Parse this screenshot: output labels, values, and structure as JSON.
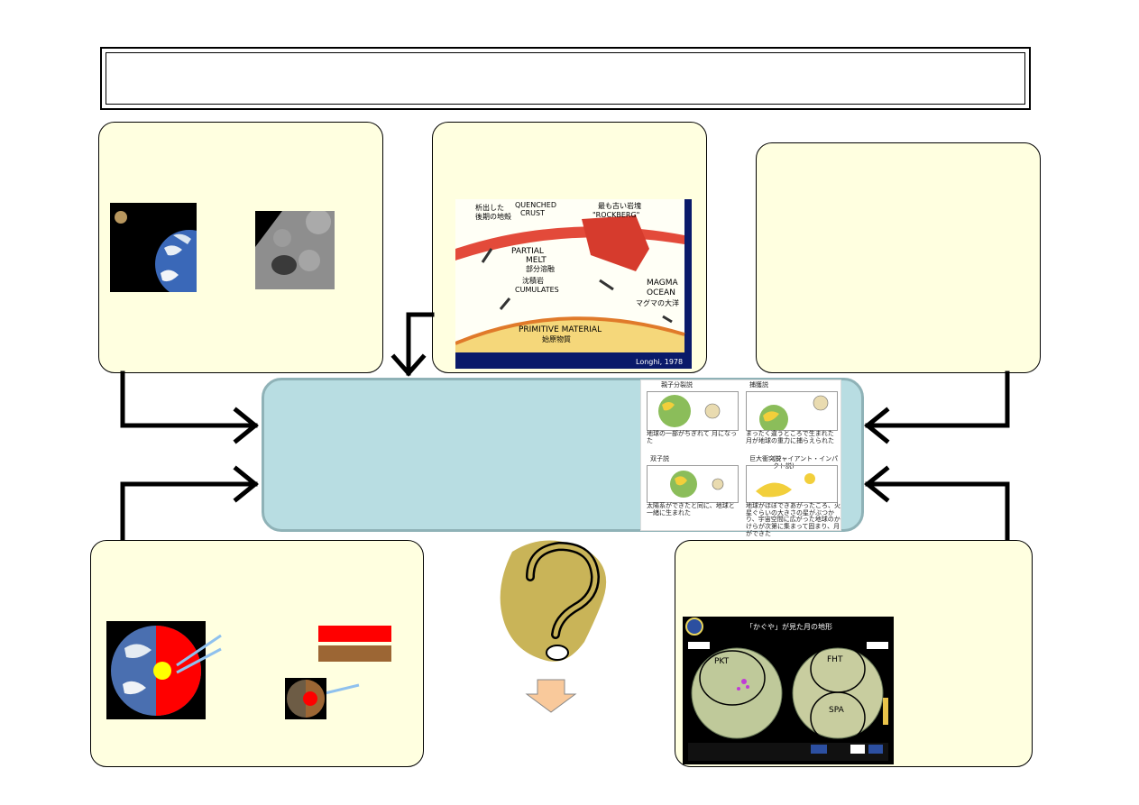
{
  "magma_figure": {
    "labels": {
      "jp_precipitated": "析出した",
      "jp_crust": "後期の地殻",
      "quenched": "QUENCHED",
      "crust": "CRUST",
      "jp_oldest": "最も古い岩塊",
      "rockberg": "\"ROCKBERG\"",
      "partial": "PARTIAL",
      "melt": "MELT",
      "jp_partial_melt": "部分溶融",
      "jp_cumulate": "沈積岩",
      "cumulates": "CUMULATES",
      "magma": "MAGMA",
      "ocean": "OCEAN",
      "jp_magma_ocean": "マグマの大洋",
      "primitive": "PRIMITIVE MATERIAL",
      "jp_primitive": "始原物質",
      "credit": "Longhi, 1978"
    }
  },
  "hypotheses": {
    "fission": {
      "title": "親子分裂説",
      "caption": "地球の一部がちぎれて 月になった"
    },
    "capture": {
      "title": "捕獲説",
      "caption": "まったく違うところで生まれた 月が地球の重力に捕らえられた"
    },
    "sibling": {
      "title": "双子説",
      "caption": "太陽系ができたと同に、地球と一緒に生まれた"
    },
    "giant_impact": {
      "title": "巨大衝突説",
      "subtitle": "(ジャイアント・インパクト説)",
      "caption": "地球がほぼできあがったころ、火星ぐらいの大きさの星がぶつかり、宇宙空間に広がった地球のかけらが次第に集まって固まり、月ができた"
    }
  },
  "kaguya_map": {
    "title": "「かぐや」が見た月の地形",
    "regions": [
      "PKT",
      "FHT",
      "SPA"
    ]
  },
  "colors": {
    "card_fill": "#ffffe0",
    "center_fill": "#b8dde2",
    "crust_red": "#ff0000",
    "mantle_brown": "#9c6634",
    "question_fill": "#c9b458"
  }
}
